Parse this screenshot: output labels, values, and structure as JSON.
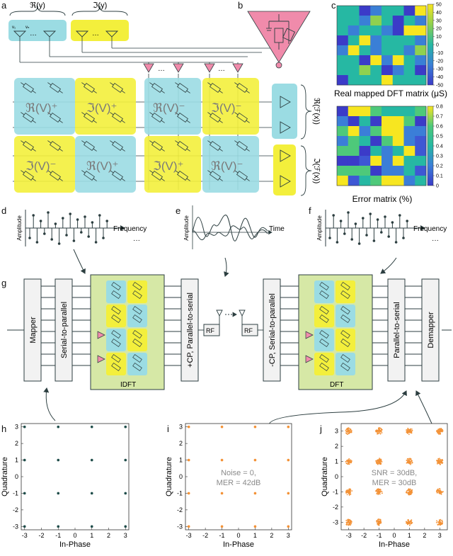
{
  "panels": {
    "a": {
      "letter": "a",
      "re_y": "ℜ(y)",
      "im_y": "ℑ(y)",
      "blocks": [
        "ℜ(V)⁺",
        "ℑ(V)⁺",
        "ℜ(V)⁻",
        "ℑ(V)⁻",
        "ℑ(V)⁻",
        "ℜ(V)⁺",
        "ℑ(V)⁺",
        "ℜ(V)⁻"
      ],
      "re_fx": "ℜ(ℱ(x))",
      "im_fx": "ℑ(ℱ(x))",
      "v_in": "v₁",
      "v_out": "vₙ",
      "dots": "…"
    },
    "b": {
      "letter": "b"
    },
    "c": {
      "letter": "c",
      "title1": "Real mapped DFT matrix (μS)",
      "title2": "Error matrix (%)",
      "cbar1_ticks": [
        "50",
        "40",
        "30",
        "20",
        "10",
        "0",
        "-10",
        "-20",
        "-30",
        "-40",
        "-50"
      ],
      "cbar2_ticks": [
        "0.8",
        "0.7",
        "0.6",
        "0.5",
        "0.4",
        "0.3",
        "0.2",
        "0.1",
        "0"
      ],
      "colors": {
        "high": "#f7e620",
        "mid": "#26b8a3",
        "low": "#3b3bc8"
      }
    },
    "d": {
      "letter": "d",
      "ylabel": "Amplitude",
      "xlabel": "Frequency",
      "dots": "···"
    },
    "e": {
      "letter": "e",
      "ylabel": "Amplitude",
      "xlabel": "Time"
    },
    "f": {
      "letter": "f",
      "ylabel": "Amplitude",
      "xlabel": "Frequency",
      "dots": "···"
    },
    "g": {
      "letter": "g",
      "blocks": [
        "Mapper",
        "Serial-to-parallel",
        "+CP, Parallel-to-serial",
        "-CP, Serial-to-parallel",
        "Parallel-to-serial",
        "Demapper"
      ],
      "idft": "IDFT",
      "dft": "DFT",
      "rf": "RF",
      "colors": {
        "green": "#d6e8a6",
        "cyan": "#9bdce3",
        "yellow": "#f3ef3c",
        "pink": "#f08bab"
      }
    }
  },
  "chart_data": [
    {
      "id": "h",
      "type": "scatter",
      "xlabel": "In-Phase",
      "ylabel": "Quadrature",
      "xticks": [
        "-3",
        "-2",
        "-1",
        "0",
        "1",
        "2",
        "3"
      ],
      "yticks": [
        "3",
        "2",
        "1",
        "0",
        "-1",
        "-2",
        "-3"
      ],
      "xlim": [
        -3.2,
        3.2
      ],
      "ylim": [
        -3.2,
        3.2
      ],
      "points": [
        [
          -3,
          -3
        ],
        [
          -3,
          -1
        ],
        [
          -3,
          1
        ],
        [
          -3,
          3
        ],
        [
          -1,
          -3
        ],
        [
          -1,
          -1
        ],
        [
          -1,
          1
        ],
        [
          -1,
          3
        ],
        [
          1,
          -3
        ],
        [
          1,
          -1
        ],
        [
          1,
          1
        ],
        [
          1,
          3
        ],
        [
          3,
          -3
        ],
        [
          3,
          -1
        ],
        [
          3,
          1
        ],
        [
          3,
          3
        ]
      ],
      "color": "#1f4d4a",
      "annotation": ""
    },
    {
      "id": "i",
      "type": "scatter",
      "xlabel": "In-Phase",
      "ylabel": "Quadrature",
      "xticks": [
        "-3",
        "-2",
        "-1",
        "0",
        "1",
        "2",
        "3"
      ],
      "yticks": [
        "3",
        "2",
        "1",
        "0",
        "-1",
        "-2",
        "-3"
      ],
      "xlim": [
        -3.2,
        3.2
      ],
      "ylim": [
        -3.2,
        3.2
      ],
      "points": [
        [
          -3,
          -3
        ],
        [
          -3,
          -1
        ],
        [
          -3,
          1
        ],
        [
          -3,
          3
        ],
        [
          -1,
          -3
        ],
        [
          -1,
          -1
        ],
        [
          -1,
          1
        ],
        [
          -1,
          3
        ],
        [
          1,
          -3
        ],
        [
          1,
          -1
        ],
        [
          1,
          1
        ],
        [
          1,
          3
        ],
        [
          3,
          -3
        ],
        [
          3,
          -1
        ],
        [
          3,
          1
        ],
        [
          3,
          3
        ]
      ],
      "color": "#f39237",
      "annotation": [
        "Noise = 0,",
        "MER = 42dB"
      ]
    },
    {
      "id": "j",
      "type": "scatter",
      "xlabel": "In-Phase",
      "ylabel": "Quadrature",
      "xticks": [
        "-3",
        "-2",
        "-1",
        "0",
        "1",
        "2",
        "3"
      ],
      "yticks": [
        "3",
        "2",
        "1",
        "0",
        "-1",
        "-2",
        "-3"
      ],
      "xlim": [
        -3.5,
        3.5
      ],
      "ylim": [
        -3.5,
        3.5
      ],
      "points": [
        [
          -3,
          -3
        ],
        [
          -3,
          -1
        ],
        [
          -3,
          1
        ],
        [
          -3,
          3
        ],
        [
          -1,
          -3
        ],
        [
          -1,
          -1
        ],
        [
          -1,
          1
        ],
        [
          -1,
          3
        ],
        [
          1,
          -3
        ],
        [
          1,
          -1
        ],
        [
          1,
          1
        ],
        [
          1,
          3
        ],
        [
          3,
          -3
        ],
        [
          3,
          -1
        ],
        [
          3,
          1
        ],
        [
          3,
          3
        ]
      ],
      "color": "#f39237",
      "annotation": [
        "SNR = 30dB,",
        "MER = 30dB"
      ]
    }
  ]
}
